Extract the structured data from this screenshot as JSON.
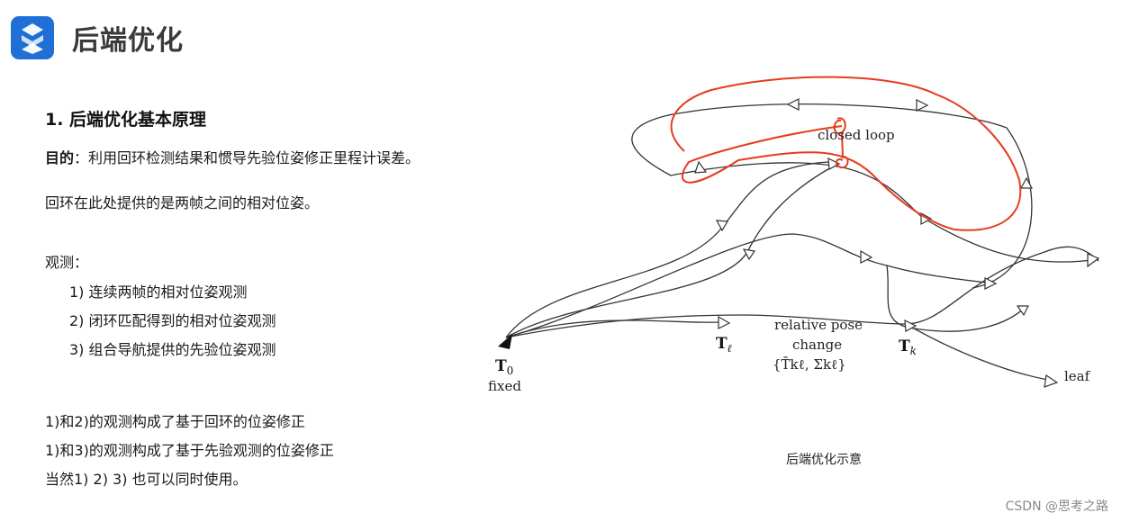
{
  "header": {
    "title": "后端优化",
    "logo_icon": "s-brand-logo-icon",
    "logo_color": "#1f6fd6"
  },
  "section": {
    "title": "1. 后端优化基本原理",
    "purpose_label": "目的",
    "purpose_text": "：利用回环检测结果和惯导先验位姿修正里程计误差。",
    "loop_note": "回环在此处提供的是两帧之间的相对位姿。",
    "obs_label": "观测：",
    "obs_items": [
      "1) 连续两帧的相对位姿观测",
      "2) 闭环匹配得到的相对位姿观测",
      "3) 组合导航提供的先验位姿观测"
    ],
    "conclusions": [
      "1)和2)的观测构成了基于回环的位姿修正",
      "1)和3)的观测构成了基于先验观测的位姿修正",
      "当然1) 2) 3) 也可以同时使用。"
    ]
  },
  "diagram": {
    "labels": {
      "closed_loop": "closed loop",
      "t0": "T",
      "t0_sub": "0",
      "fixed": "fixed",
      "tl": "T",
      "tl_sub": "ℓ",
      "tk": "T",
      "tk_sub": "k",
      "rel_line1": "relative pose",
      "rel_line2": "change",
      "rel_formula": "{T̄kℓ, Σkℓ}",
      "leaf": "leaf"
    },
    "caption": "后端优化示意",
    "colors": {
      "edge": "#333333",
      "annotation": "#e63b1f"
    }
  },
  "watermark": "CSDN @思考之路"
}
